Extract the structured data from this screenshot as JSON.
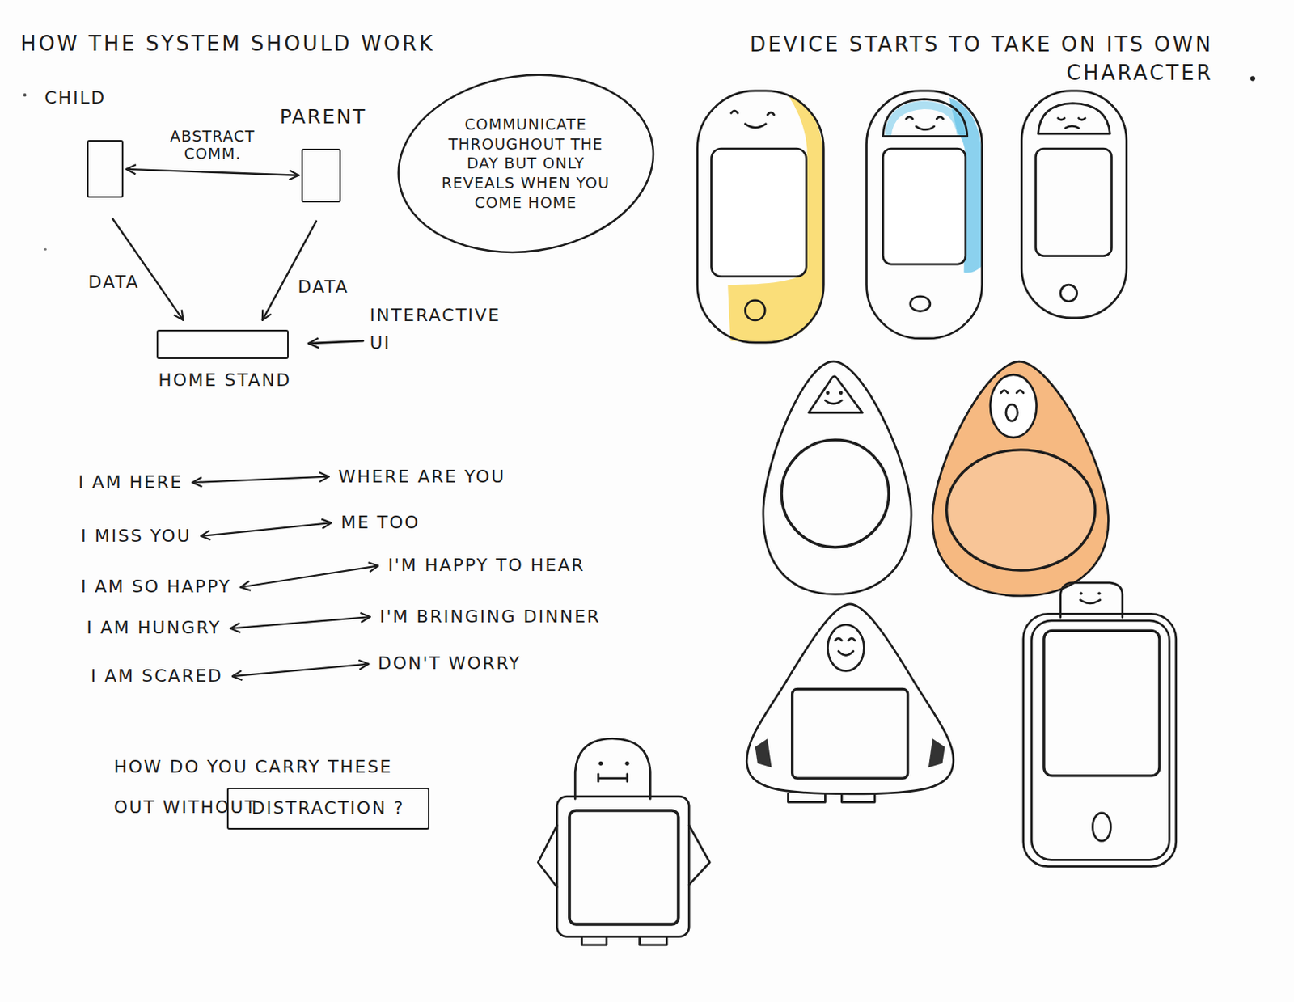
{
  "diagram": {
    "title": "HOW THE SYSTEM SHOULD WORK",
    "nodes": [
      {
        "text": [
          "CHILD"
        ]
      },
      {
        "text": [
          "PARENT"
        ]
      },
      {
        "text": [
          "COMMUNICATE THROUGHOUT THE DAY BUT ONLY REVEALS WHEN YOU COME HOME"
        ]
      },
      {
        "text": [
          "HOME STAND"
        ]
      },
      {
        "text": [
          "DISTRACTION ?"
        ]
      }
    ],
    "edges": [
      {
        "from": 0,
        "to": 1,
        "label": "ABSTRACT COMM.",
        "arrow": "both"
      },
      {
        "from": 0,
        "to": 3,
        "label": "DATA",
        "arrow": "to"
      },
      {
        "from": 1,
        "to": 3,
        "label": "DATA",
        "arrow": "to"
      }
    ],
    "labels": [
      "DEVICE STARTS TO TAKE ON ITS OWN CHARACTER",
      "INTERACTIVE UI",
      "I AM HERE",
      "WHERE ARE YOU",
      "I MISS YOU",
      "ME TOO",
      "I AM SO HAPPY",
      "I'M HAPPY TO HEAR",
      "I AM HUNGRY",
      "I'M BRINGING DINNER",
      "I AM SCARED",
      "DON'T WORRY",
      "HOW DO YOU CARRY THESE OUT WITHOUT"
    ]
  }
}
